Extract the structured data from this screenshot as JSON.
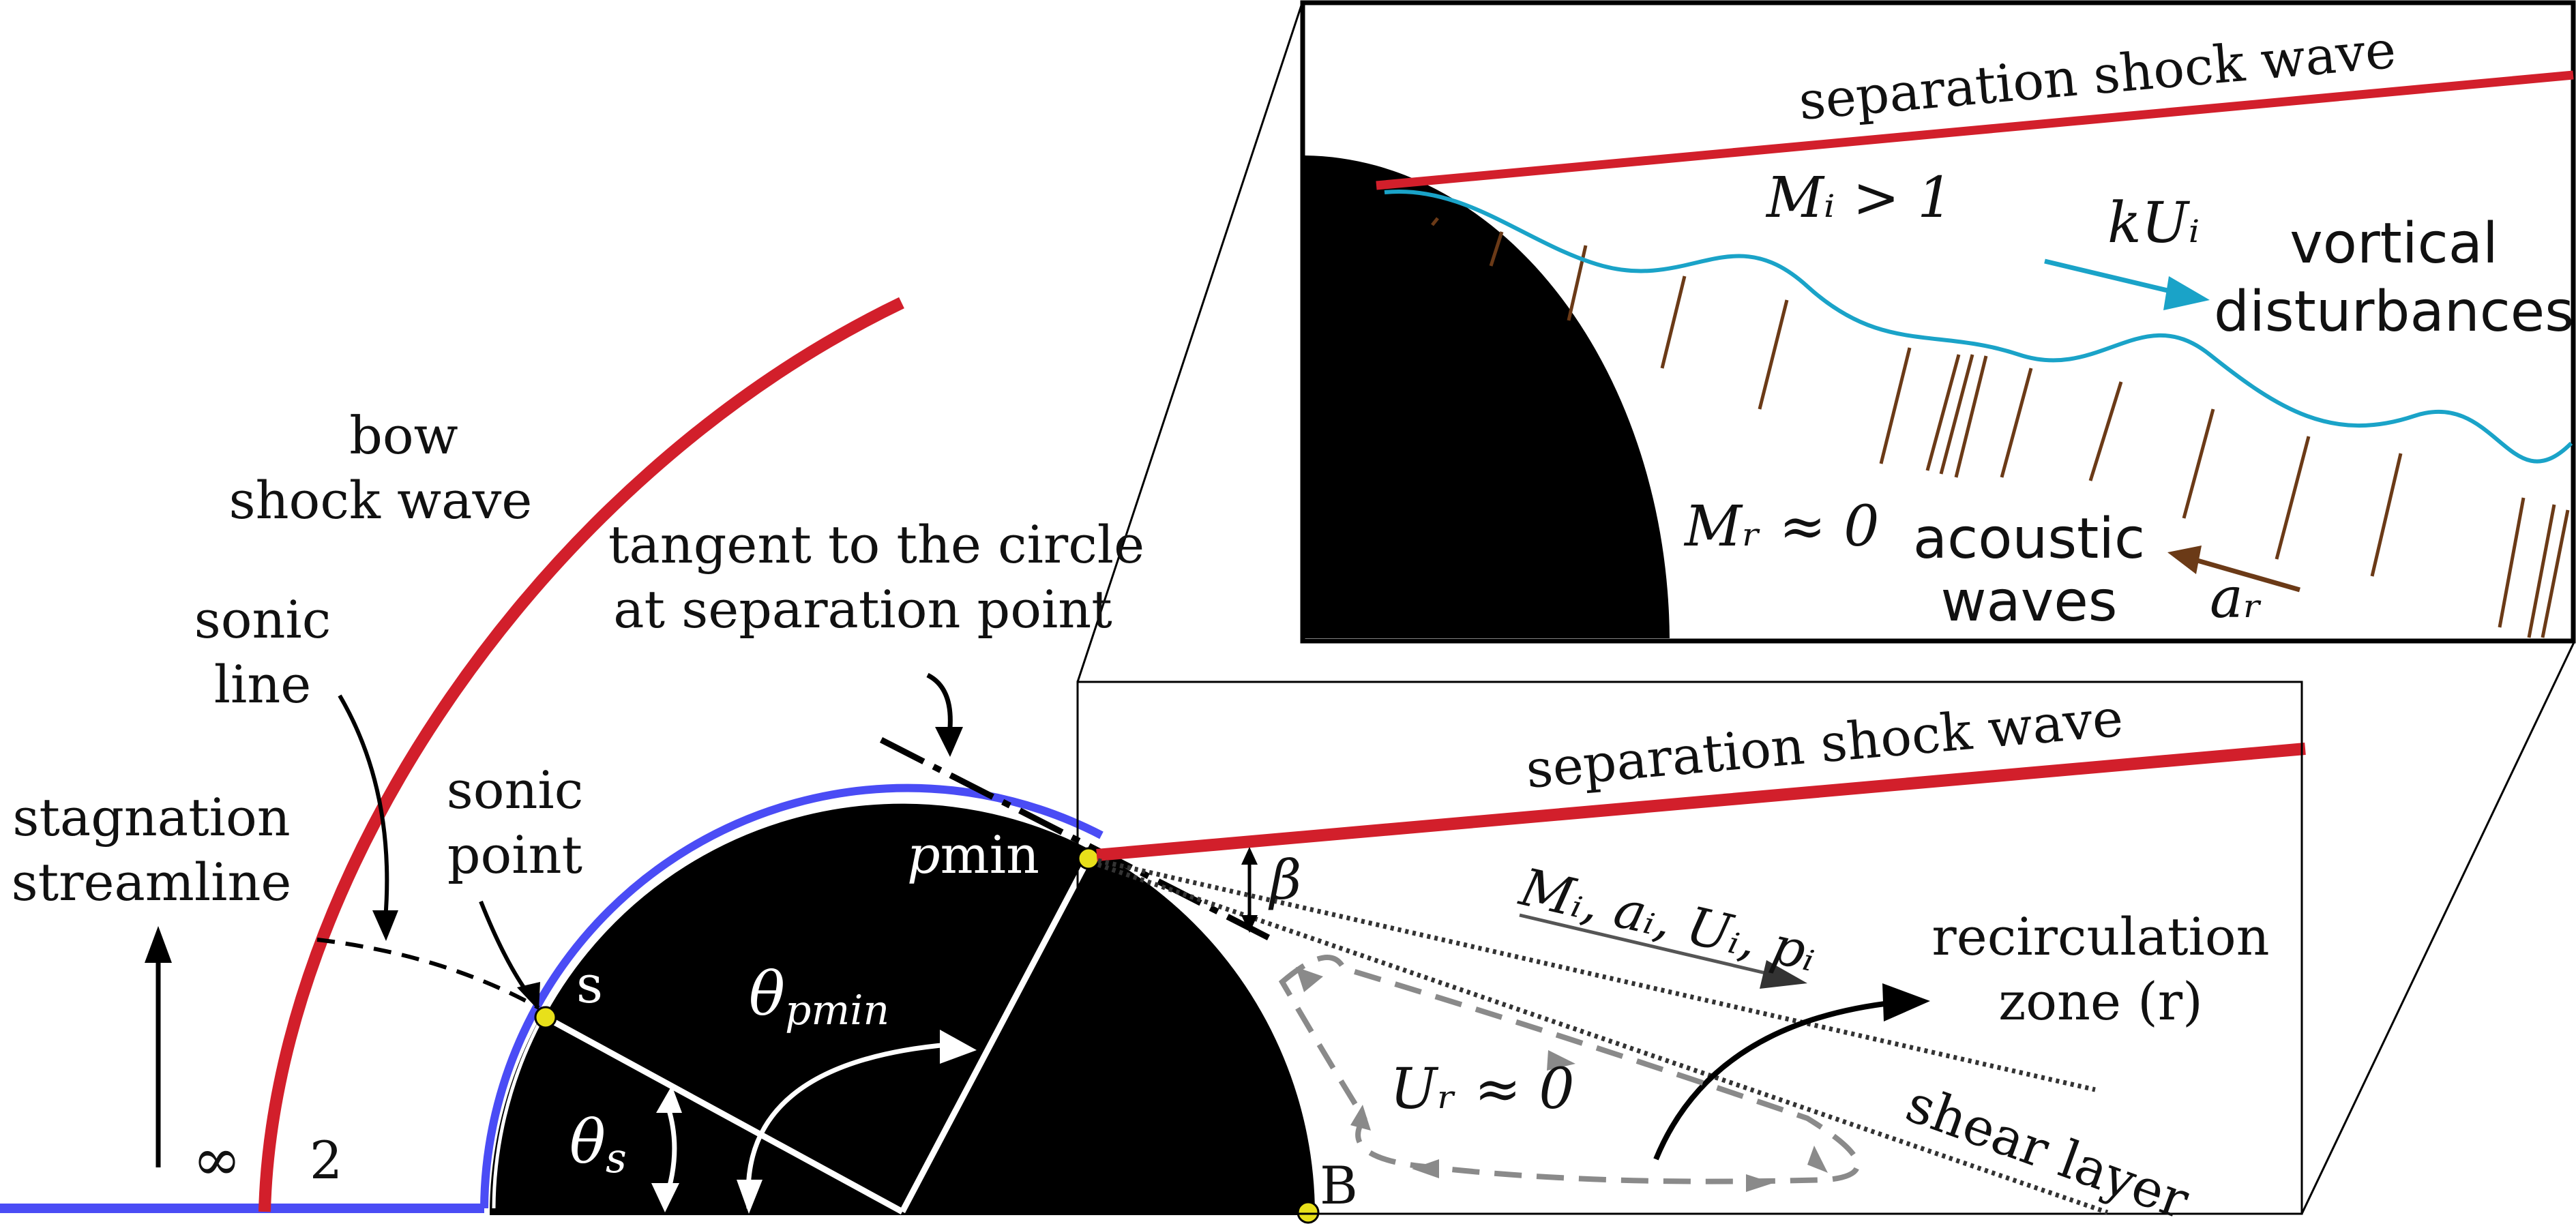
{
  "colors": {
    "shock": "#d21f2b",
    "sonic_outline": "#4a4cf5",
    "body": "#000000",
    "wavy": "#1aa3c8",
    "acoustic": "#6b3a17",
    "recirc": "#8a8a8a",
    "point": "#e8e01a"
  },
  "labels": {
    "bow_shock_line1": "bow",
    "bow_shock_line2": "shock wave",
    "sonic_line_line1": "sonic",
    "sonic_line_line2": "line",
    "sonic_point_line1": "sonic",
    "sonic_point_line2": "point",
    "stagnation_line1": "stagnation",
    "stagnation_line2": "streamline",
    "tangent_line1": "tangent to the circle",
    "tangent_line2": "at separation point",
    "infinity": "∞",
    "two": "2",
    "point_s": "s",
    "point_pmin_p": "p",
    "point_pmin_rest": "min",
    "point_b": "B",
    "theta": "θ",
    "theta_pmin_sub": "pmin",
    "theta_s_sub": "s",
    "beta": "β",
    "sep_shock_main": "separation shock wave",
    "sep_shock_inset": "separation shock wave",
    "flow_vars": "Mᵢ, aᵢ, Uᵢ, pᵢ",
    "recirc_line1": "recirculation",
    "recirc_line2": "zone (r)",
    "ur": "Uᵣ ≈ 0",
    "shear_layer": "shear layer",
    "mi_gt": "Mᵢ > 1",
    "kui": "kUᵢ",
    "vortical_line1": "vortical",
    "vortical_line2": "disturbances",
    "mr": "Mᵣ ≈ 0",
    "acoustic_line1": "acoustic",
    "acoustic_line2": "waves",
    "ar": "aᵣ"
  }
}
